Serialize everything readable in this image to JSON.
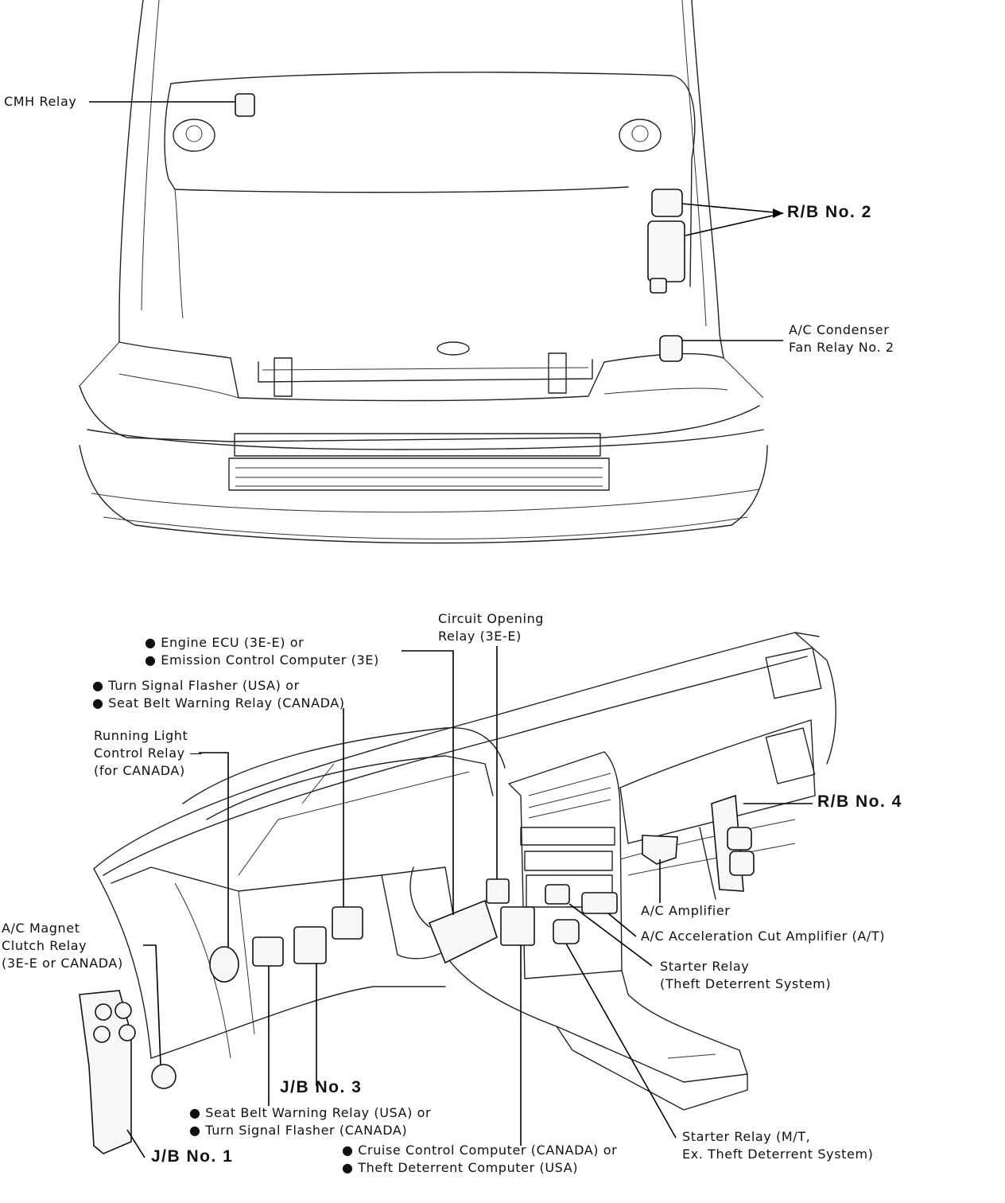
{
  "engine_bay": {
    "cmh_relay": "CMH Relay",
    "rb_no2": "R/B No. 2",
    "ac_condenser": [
      "A/C Condenser",
      "Fan Relay No. 2"
    ]
  },
  "dashboard": {
    "circuit_opening": [
      "Circuit Opening",
      "Relay (3E-E)"
    ],
    "engine_ecu": [
      "● Engine ECU (3E-E) or",
      "● Emission Control Computer (3E)"
    ],
    "turn_signal_top": [
      "● Turn Signal Flasher (USA) or",
      "● Seat Belt Warning Relay (CANADA)"
    ],
    "running_light": [
      "Running Light",
      "Control Relay —",
      "(for CANADA)"
    ],
    "rb_no4": "R/B No. 4",
    "ac_amplifier": "A/C Amplifier",
    "ac_accel_cut": "A/C Acceleration Cut Amplifier (A/T)",
    "starter_theft": [
      "Starter Relay",
      "(Theft Deterrent System)"
    ],
    "ac_magnet": [
      "A/C Magnet",
      "Clutch Relay",
      "(3E-E or CANADA)"
    ],
    "jb_no3": "J/B No. 3",
    "seat_belt_bottom": [
      "● Seat Belt Warning Relay (USA) or",
      "● Turn Signal Flasher (CANADA)"
    ],
    "jb_no1": "J/B No. 1",
    "cruise_control": [
      "● Cruise Control Computer (CANADA) or",
      "● Theft Deterrent Computer (USA)"
    ],
    "starter_mt": [
      "Starter Relay (M/T,",
      "Ex. Theft Deterrent System)"
    ]
  }
}
